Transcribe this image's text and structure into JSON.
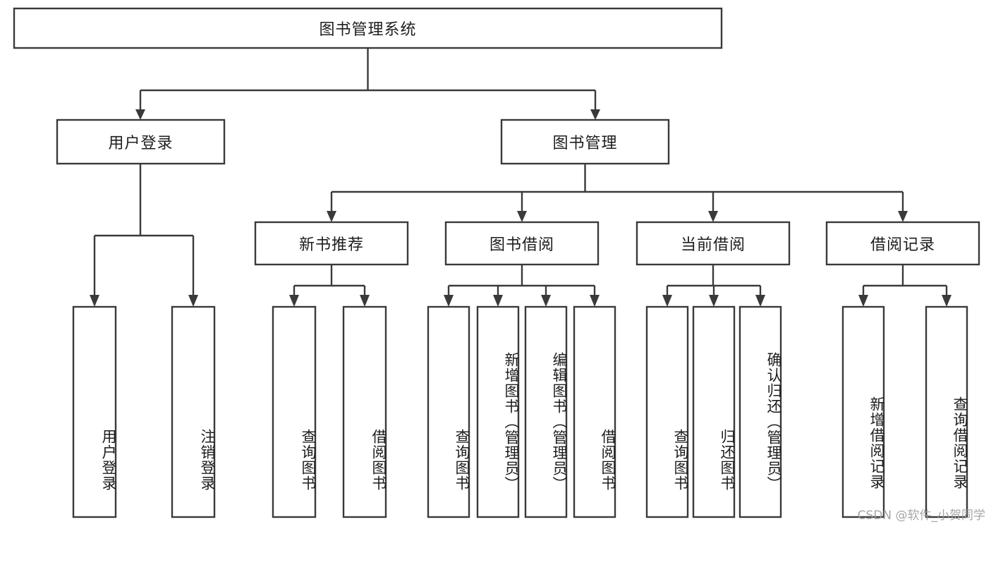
{
  "diagram": {
    "type": "hierarchy-tree",
    "title": "图书管理系统",
    "watermark": "CSDN @软件_小贺同学",
    "colors": {
      "box_stroke": "#3a3a3a",
      "box_fill": "#ffffff",
      "text": "#1d1d1d",
      "background": "#ffffff",
      "watermark": "#9a9a9a"
    },
    "levels": {
      "level0": [
        {
          "id": "root",
          "label": "图书管理系统",
          "orientation": "horizontal"
        }
      ],
      "level1": [
        {
          "id": "user-login",
          "label": "用户登录",
          "orientation": "horizontal"
        },
        {
          "id": "book-manage",
          "label": "图书管理",
          "orientation": "horizontal"
        }
      ],
      "level2": [
        {
          "id": "new-book-rec",
          "label": "新书推荐",
          "orientation": "horizontal",
          "parent": "book-manage"
        },
        {
          "id": "book-borrow",
          "label": "图书借阅",
          "orientation": "horizontal",
          "parent": "book-manage"
        },
        {
          "id": "current-borrow",
          "label": "当前借阅",
          "orientation": "horizontal",
          "parent": "book-manage"
        },
        {
          "id": "borrow-record",
          "label": "借阅记录",
          "orientation": "horizontal",
          "parent": "book-manage"
        }
      ],
      "level3": [
        {
          "id": "leaf-user-login",
          "label": "用户登录",
          "orientation": "vertical",
          "parent": "user-login"
        },
        {
          "id": "leaf-user-logout",
          "label": "注销登录",
          "orientation": "vertical",
          "parent": "user-login"
        },
        {
          "id": "leaf-query-book-1",
          "label": "查询图书",
          "orientation": "vertical",
          "parent": "new-book-rec"
        },
        {
          "id": "leaf-borrow-book-1",
          "label": "借阅图书",
          "orientation": "vertical",
          "parent": "new-book-rec"
        },
        {
          "id": "leaf-query-book-2",
          "label": "查询图书",
          "orientation": "vertical",
          "parent": "book-borrow"
        },
        {
          "id": "leaf-add-book",
          "label": "新增图书（管理员）",
          "orientation": "vertical",
          "parent": "book-borrow"
        },
        {
          "id": "leaf-edit-book",
          "label": "编辑图书（管理员）",
          "orientation": "vertical",
          "parent": "book-borrow"
        },
        {
          "id": "leaf-borrow-book-2",
          "label": "借阅图书",
          "orientation": "vertical",
          "parent": "book-borrow"
        },
        {
          "id": "leaf-query-book-3",
          "label": "查询图书",
          "orientation": "vertical",
          "parent": "current-borrow"
        },
        {
          "id": "leaf-return-book",
          "label": "归还图书",
          "orientation": "vertical",
          "parent": "current-borrow"
        },
        {
          "id": "leaf-confirm-return",
          "label": "确认归还（管理员）",
          "orientation": "vertical",
          "parent": "current-borrow"
        },
        {
          "id": "leaf-add-record",
          "label": "新增借阅记录",
          "orientation": "vertical",
          "parent": "borrow-record"
        },
        {
          "id": "leaf-query-record",
          "label": "查询借阅记录",
          "orientation": "vertical",
          "parent": "borrow-record"
        }
      ]
    }
  }
}
